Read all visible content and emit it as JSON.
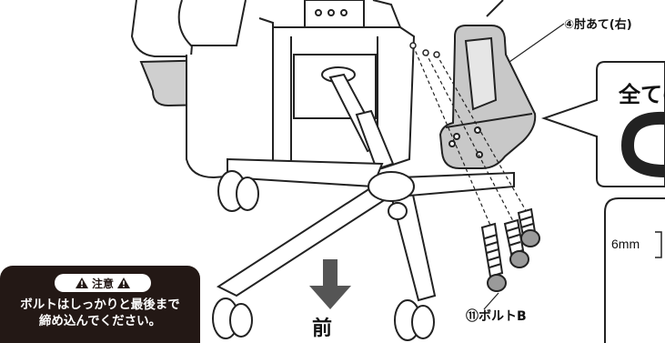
{
  "labels": {
    "armrest": "④肘あて(右)",
    "bolt": "⑪ボルトB",
    "front": "前"
  },
  "speech_bubble": {
    "text": "全ての"
  },
  "measurement": {
    "text": "6mm"
  },
  "caution": {
    "title": "注意",
    "line1": "ボルトはしっかりと最後まで",
    "line2": "締め込んでください。"
  },
  "colors": {
    "caution_bg": "#231815",
    "armrest_fill": "#c8c8c8",
    "line": "#222222"
  },
  "icons": [
    "warning-icon",
    "down-arrow-icon"
  ]
}
